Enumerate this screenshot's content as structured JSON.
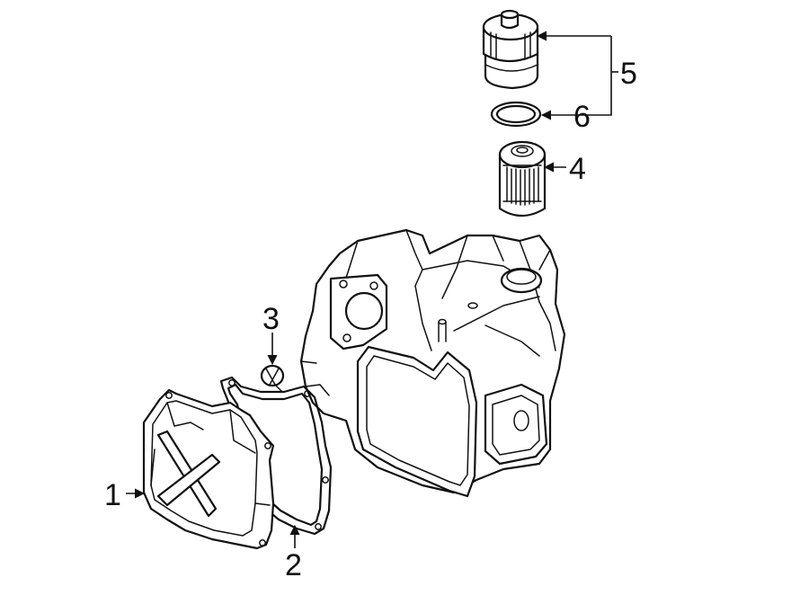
{
  "callouts": [
    {
      "id": "1",
      "label": "1"
    },
    {
      "id": "2",
      "label": "2"
    },
    {
      "id": "3",
      "label": "3"
    },
    {
      "id": "4",
      "label": "4"
    },
    {
      "id": "5",
      "label": "5"
    },
    {
      "id": "6",
      "label": "6"
    }
  ],
  "parts": [
    "transmission-pan-icon",
    "pan-gasket-icon",
    "drain-plug-icon",
    "oil-filter-element-icon",
    "oil-filter-housing-cap-icon",
    "o-ring-seal-icon",
    "transmission-case-icon"
  ]
}
